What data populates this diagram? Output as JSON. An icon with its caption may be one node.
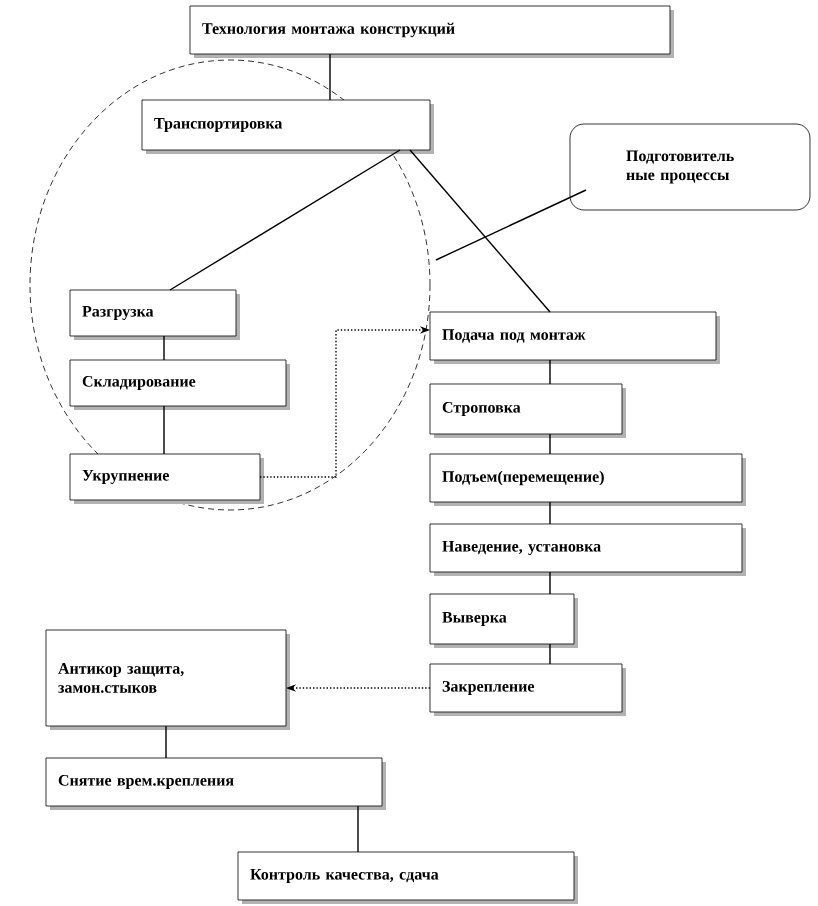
{
  "diagram": {
    "nodes": [
      {
        "text": [
          "Технология монтажа конструкций"
        ]
      },
      {
        "text": [],
        "shape": "circle"
      },
      {
        "text": [
          "Транспортировка"
        ],
        "in": 1
      },
      {
        "text": [
          "Подготовитель ные процессы"
        ]
      },
      {
        "text": [
          "Разгрузка"
        ],
        "in": 1
      },
      {
        "text": [
          "Складирование"
        ],
        "in": 1
      },
      {
        "text": [
          "Укрупнение"
        ],
        "in": 1
      },
      {
        "text": [
          "Подача под монтаж"
        ]
      },
      {
        "text": [
          "Строповка"
        ]
      },
      {
        "text": [
          "Подъем(перемещение)"
        ]
      },
      {
        "text": [
          "Наведение, установка"
        ]
      },
      {
        "text": [
          "Выверка"
        ]
      },
      {
        "text": [
          "Закрепление"
        ]
      },
      {
        "text": [
          "Антикор защита, замон.стыков"
        ]
      },
      {
        "text": [
          "Снятие врем.крепления"
        ]
      },
      {
        "text": [
          "Контроль качества, сдача"
        ]
      }
    ],
    "edges": [
      {
        "from": 0,
        "to": 2,
        "arrow": "none"
      },
      {
        "from": 2,
        "to": 4,
        "arrow": "none"
      },
      {
        "from": 2,
        "to": 7,
        "arrow": "none"
      },
      {
        "from": 3,
        "to": 1,
        "arrow": "none"
      },
      {
        "from": 4,
        "to": 5,
        "arrow": "none"
      },
      {
        "from": 5,
        "to": 6,
        "arrow": "none"
      },
      {
        "from": 6,
        "to": 7,
        "arrow": "to",
        "style": "dashed"
      },
      {
        "from": 7,
        "to": 8,
        "arrow": "none"
      },
      {
        "from": 8,
        "to": 9,
        "arrow": "none"
      },
      {
        "from": 9,
        "to": 10,
        "arrow": "none"
      },
      {
        "from": 10,
        "to": 11,
        "arrow": "none"
      },
      {
        "from": 11,
        "to": 12,
        "arrow": "none"
      },
      {
        "from": 12,
        "to": 13,
        "arrow": "to",
        "style": "dashed"
      },
      {
        "from": 13,
        "to": 14,
        "arrow": "none"
      },
      {
        "from": 14,
        "to": 15,
        "arrow": "none"
      }
    ]
  }
}
